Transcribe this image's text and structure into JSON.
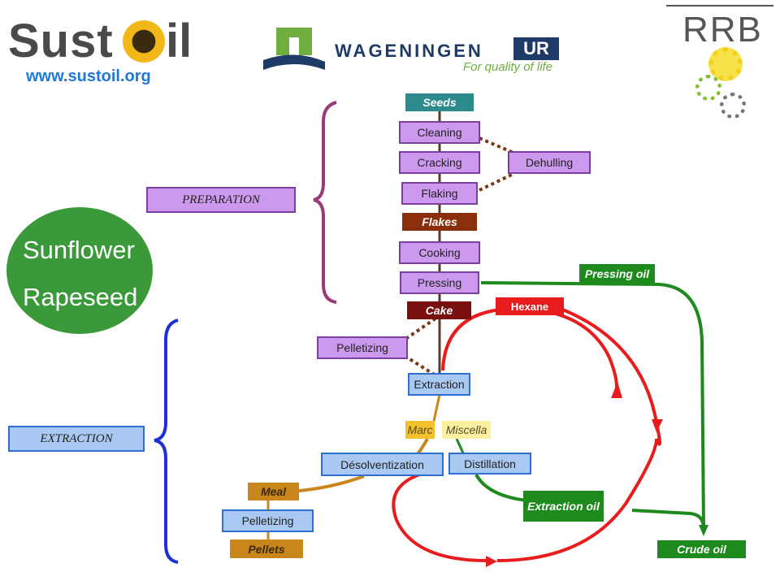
{
  "logos": {
    "sustoil": {
      "text_left": "Sust",
      "text_right": "il",
      "url": "www.sustoil.org"
    },
    "wageningen": {
      "name": "WAGENINGEN",
      "suffix": "UR",
      "tagline": "For quality of life"
    },
    "rrb": {
      "text": "RRB"
    }
  },
  "crops": {
    "line1": "Sunflower",
    "line2": "Rapeseed"
  },
  "phases": {
    "preparation": "PREPARATION",
    "extraction": "EXTRACTION"
  },
  "steps": {
    "seeds": "Seeds",
    "cleaning": "Cleaning",
    "cracking": "Cracking",
    "dehulling": "Dehulling",
    "flaking": "Flaking",
    "flakes": "Flakes",
    "cooking": "Cooking",
    "pressing": "Pressing",
    "pressing_oil": "Pressing oil",
    "cake": "Cake",
    "hexane": "Hexane",
    "pelletizing_cake": "Pelletizing",
    "extraction": "Extraction",
    "marc": "Marc",
    "miscella": "Miscella",
    "desolventization": "Désolventization",
    "distillation": "Distillation",
    "meal": "Meal",
    "pelletizing_meal": "Pelletizing",
    "pellets": "Pellets",
    "extraction_oil": "Extraction oil",
    "crude_oil": "Crude oil"
  },
  "colors": {
    "preparation": "#cc99ee",
    "extraction_box": "#a9c8f2",
    "oil_green": "#1e8a1e",
    "hexane_red": "#e81c1c",
    "meal_brown": "#c8861b",
    "seeds_teal": "#2a8a8c",
    "flakes_brown": "#8b2e0c",
    "cake_maroon": "#7a0f0f",
    "crops_green": "#3a9a3a",
    "brace_purple": "#9a3a78",
    "brace_blue": "#1e2fd8"
  }
}
